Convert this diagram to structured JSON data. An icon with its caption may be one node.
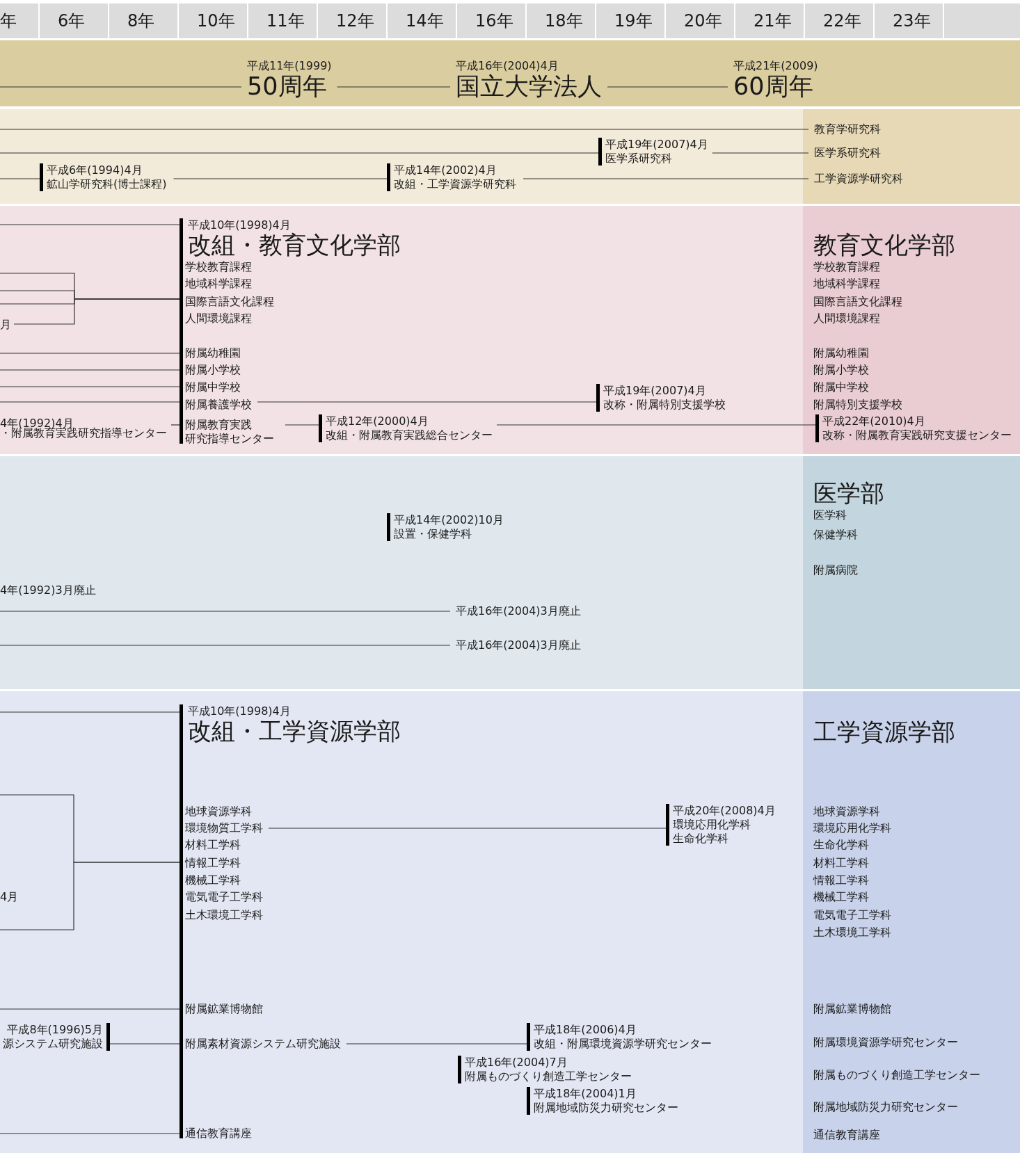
{
  "diagram": {
    "nodes": [
      {
        "text": [],
        "shape": "band"
      },
      {
        "text": [
          "平成11年(1999)",
          "50周年"
        ],
        "in": 0
      },
      {
        "text": [
          "平成16年(2004)4月",
          "国立大学法人"
        ],
        "in": 0
      },
      {
        "text": [
          "平成21年(2009)",
          "60周年"
        ],
        "in": 0
      },
      {
        "text": [],
        "shape": "band"
      },
      {
        "text": [
          "平成6年(1994)4月",
          "鉱山学研究科(博士課程)"
        ],
        "in": 4
      },
      {
        "text": [
          "平成14年(2002)4月",
          "改組・工学資源学研究科"
        ],
        "in": 4
      },
      {
        "text": [
          "平成19年(2007)4月",
          "医学系研究科"
        ],
        "in": 4
      },
      {
        "text": [],
        "shape": "band",
        "in": 4
      },
      {
        "text": [
          "教育学研究科"
        ],
        "in": 8
      },
      {
        "text": [
          "医学系研究科"
        ],
        "in": 8
      },
      {
        "text": [
          "工学資源学研究科"
        ],
        "in": 8
      },
      {
        "text": [],
        "shape": "band"
      },
      {
        "text": [
          "月"
        ],
        "in": 12
      },
      {
        "text": [
          "4年(1992)4月",
          "・附属教育実践研究指導センター"
        ],
        "in": 12
      },
      {
        "text": [
          "平成10年(1998)4月",
          "改組・教育文化学部"
        ],
        "in": 12
      },
      {
        "text": [
          "学校教育課程"
        ],
        "in": 15
      },
      {
        "text": [
          "地域科学課程"
        ],
        "in": 15
      },
      {
        "text": [
          "国際言語文化課程"
        ],
        "in": 15
      },
      {
        "text": [
          "人間環境課程"
        ],
        "in": 15
      },
      {
        "text": [
          "附属幼稚園"
        ],
        "in": 15
      },
      {
        "text": [
          "附属小学校"
        ],
        "in": 15
      },
      {
        "text": [
          "附属中学校"
        ],
        "in": 15
      },
      {
        "text": [
          "附属養護学校"
        ],
        "in": 15
      },
      {
        "text": [
          "附属教育実践研究指導センター"
        ],
        "in": 15
      },
      {
        "text": [
          "平成12年(2000)4月",
          "改組・附属教育実践総合センター"
        ],
        "in": 12
      },
      {
        "text": [
          "平成19年(2007)4月",
          "改称・附属特別支援学校"
        ],
        "in": 12
      },
      {
        "text": [
          "教育文化学部",
          "学校教育課程",
          "地域科学課程",
          "国際言語文化課程",
          "人間環境課程",
          "附属幼稚園",
          "附属小学校",
          "附属中学校",
          "附属特別支援学校"
        ],
        "in": 12
      },
      {
        "text": [
          "平成22年(2010)4月",
          "改称・附属教育実践研究支援センター"
        ],
        "in": 27
      },
      {
        "text": [],
        "shape": "band"
      },
      {
        "text": [
          "平成14年(2002)10月",
          "設置・保健学科"
        ],
        "in": 29
      },
      {
        "text": [
          "平成16年(2004)3月廃止"
        ],
        "in": 29
      },
      {
        "text": [
          "平成16年(2004)3月廃止"
        ],
        "in": 29
      },
      {
        "text": [
          "医学部",
          "医学科",
          "保健学科",
          "附属病院"
        ],
        "in": 29
      },
      {
        "text": [],
        "shape": "band"
      },
      {
        "text": [
          "平成8年(1996)5月",
          "源システム研究施設"
        ],
        "in": 34
      },
      {
        "text": [
          "平成10年(1998)4月",
          "改組・工学資源学部"
        ],
        "in": 34
      },
      {
        "text": [
          "地球資源学科"
        ],
        "in": 36
      },
      {
        "text": [
          "環境物質工学科"
        ],
        "in": 36
      },
      {
        "text": [
          "材料工学科"
        ],
        "in": 36
      },
      {
        "text": [
          "情報工学科"
        ],
        "in": 36
      },
      {
        "text": [
          "機械工学科"
        ],
        "in": 36
      },
      {
        "text": [
          "電気電子工学科"
        ],
        "in": 36
      },
      {
        "text": [
          "土木環境工学科"
        ],
        "in": 36
      },
      {
        "text": [
          "附属鉱業博物館"
        ],
        "in": 36
      },
      {
        "text": [
          "附属素材資源システム研究施設"
        ],
        "in": 36
      },
      {
        "text": [
          "通信教育講座"
        ],
        "in": 36
      },
      {
        "text": [
          "平成20年(2008)4月",
          "環境応用化学科",
          "生命化学科"
        ],
        "in": 34
      },
      {
        "text": [
          "平成18年(2006)4月",
          "改組・附属環境資源学研究センター"
        ],
        "in": 34
      },
      {
        "text": [
          "平成16年(2004)7月",
          "附属ものづくり創造工学センター"
        ],
        "in": 34
      },
      {
        "text": [
          "平成18年(2004)1月",
          "附属地域防災力研究センター"
        ],
        "in": 34
      },
      {
        "text": [
          "工学資源学部",
          "地球資源学科",
          "環境応用化学科",
          "生命化学科",
          "材料工学科",
          "情報工学科",
          "機械工学科",
          "電気電子工学科",
          "土木環境工学科",
          "附属鉱業博物館",
          "附属環境資源学研究センター",
          "附属ものづくり創造工学センター",
          "附属地域防災力研究センター",
          "通信教育講座"
        ],
        "in": 34
      }
    ],
    "edges": [
      {
        "from": null,
        "to": 1,
        "arrow": "none"
      },
      {
        "from": 1,
        "to": 2,
        "arrow": "none"
      },
      {
        "from": 2,
        "to": 3,
        "arrow": "none"
      },
      {
        "from": null,
        "to": 9,
        "arrow": "none"
      },
      {
        "from": null,
        "to": 7,
        "arrow": "none"
      },
      {
        "from": 7,
        "to": 10,
        "arrow": "none"
      },
      {
        "from": null,
        "to": 5,
        "arrow": "none"
      },
      {
        "from": 5,
        "to": 6,
        "arrow": "none"
      },
      {
        "from": 6,
        "to": 11,
        "arrow": "none"
      },
      {
        "from": null,
        "to": 15,
        "arrow": "none"
      },
      {
        "from": null,
        "to": 18,
        "arrow": "none"
      },
      {
        "from": null,
        "to": 18,
        "arrow": "none"
      },
      {
        "from": null,
        "to": 18,
        "arrow": "none"
      },
      {
        "from": 13,
        "to": 18,
        "arrow": "none"
      },
      {
        "from": null,
        "to": 20,
        "arrow": "none"
      },
      {
        "from": null,
        "to": 21,
        "arrow": "none"
      },
      {
        "from": null,
        "to": 22,
        "arrow": "none"
      },
      {
        "from": null,
        "to": 23,
        "arrow": "none"
      },
      {
        "from": 23,
        "to": 26,
        "arrow": "none"
      },
      {
        "from": 14,
        "to": 24,
        "arrow": "none"
      },
      {
        "from": 24,
        "to": 25,
        "arrow": "none"
      },
      {
        "from": 25,
        "to": 28,
        "arrow": "none"
      },
      {
        "from": null,
        "to": 31,
        "arrow": "none"
      },
      {
        "from": null,
        "to": 32,
        "arrow": "none"
      },
      {
        "from": null,
        "to": 36,
        "arrow": "none"
      },
      {
        "from": null,
        "to": 40,
        "arrow": "none"
      },
      {
        "from": null,
        "to": 40,
        "arrow": "none"
      },
      {
        "from": 38,
        "to": 47,
        "arrow": "none"
      },
      {
        "from": null,
        "to": 44,
        "arrow": "none"
      },
      {
        "from": 35,
        "to": 45,
        "arrow": "none"
      },
      {
        "from": 45,
        "to": 48,
        "arrow": "none"
      },
      {
        "from": null,
        "to": 46,
        "arrow": "none"
      }
    ],
    "labels": [
      "年",
      "6年",
      "8年",
      "10年",
      "11年",
      "12年",
      "14年",
      "16年",
      "18年",
      "19年",
      "20年",
      "21年",
      "22年",
      "23年",
      "4年(1992)3月廃止",
      "4月"
    ]
  }
}
